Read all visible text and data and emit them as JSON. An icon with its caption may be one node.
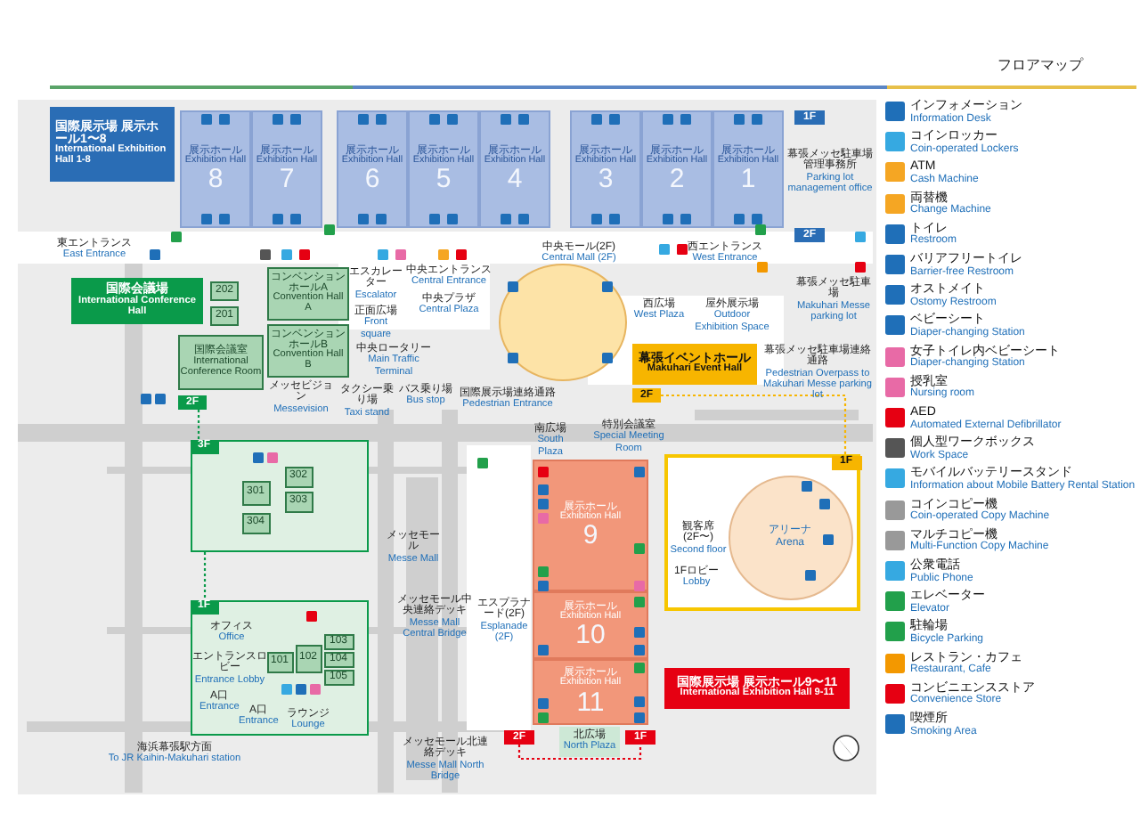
{
  "diagram": {
    "title": "フロアマップ",
    "nodes": [
      {
        "text": [
          "国際展示場 展示ホール1〜8",
          "International Exhibition Hall 1-8"
        ]
      },
      {
        "text": [
          "展示ホール",
          "Exhibition Hall",
          "8"
        ]
      },
      {
        "text": [
          "展示ホール",
          "Exhibition Hall",
          "7"
        ]
      },
      {
        "text": [
          "展示ホール",
          "Exhibition Hall",
          "6"
        ]
      },
      {
        "text": [
          "展示ホール",
          "Exhibition Hall",
          "5"
        ]
      },
      {
        "text": [
          "展示ホール",
          "Exhibition Hall",
          "4"
        ]
      },
      {
        "text": [
          "展示ホール",
          "Exhibition Hall",
          "3"
        ]
      },
      {
        "text": [
          "展示ホール",
          "Exhibition Hall",
          "2"
        ]
      },
      {
        "text": [
          "展示ホール",
          "Exhibition Hall",
          "1"
        ]
      },
      {
        "text": [
          "1F"
        ]
      },
      {
        "text": [
          "2F"
        ]
      },
      {
        "text": [
          "国際会議場",
          "International Conference Hall"
        ]
      },
      {
        "text": [
          "2F"
        ]
      },
      {
        "text": [
          "コンベンションホールA",
          "Convention Hall A"
        ]
      },
      {
        "text": [
          "コンベンションホールB",
          "Convention Hall B"
        ]
      },
      {
        "text": [
          "国際会議室",
          "International Conference Room"
        ]
      },
      {
        "text": [
          "201"
        ]
      },
      {
        "text": [
          "202"
        ]
      },
      {
        "text": [],
        "shape": "box"
      },
      {
        "text": [
          "3F"
        ],
        "in": 18
      },
      {
        "text": [
          "301"
        ],
        "in": 18
      },
      {
        "text": [
          "302"
        ],
        "in": 18
      },
      {
        "text": [
          "303"
        ],
        "in": 18
      },
      {
        "text": [
          "304"
        ],
        "in": 18
      },
      {
        "text": [],
        "shape": "box"
      },
      {
        "text": [
          "1F"
        ],
        "in": 24
      },
      {
        "text": [
          "101"
        ],
        "in": 24
      },
      {
        "text": [
          "102"
        ],
        "in": 24
      },
      {
        "text": [
          "103"
        ],
        "in": 24
      },
      {
        "text": [
          "104"
        ],
        "in": 24
      },
      {
        "text": [
          "105"
        ],
        "in": 24
      },
      {
        "text": [],
        "shape": "circle"
      },
      {
        "text": [
          "幕張イベントホール",
          "Makuhari Event Hall"
        ]
      },
      {
        "text": [
          "2F"
        ]
      },
      {
        "text": [],
        "shape": "box"
      },
      {
        "text": [
          "1F"
        ],
        "in": 34
      },
      {
        "text": [
          "アリーナ",
          "Arena"
        ],
        "in": 34
      },
      {
        "text": [
          "展示ホール",
          "Exhibition Hall",
          "9"
        ]
      },
      {
        "text": [
          "展示ホール",
          "Exhibition Hall",
          "10"
        ]
      },
      {
        "text": [
          "展示ホール",
          "Exhibition Hall",
          "11"
        ]
      },
      {
        "text": [
          "2F"
        ]
      },
      {
        "text": [
          "北広場",
          "North Plaza"
        ]
      },
      {
        "text": [
          "1F"
        ]
      },
      {
        "text": [
          "国際展示場 展示ホール9〜11",
          "International Exhibition Hall 9-11"
        ]
      }
    ],
    "edges": [
      {
        "from": 12,
        "to": 19,
        "arrow": "none",
        "style": "dashed",
        "color": "#0a9a4a"
      },
      {
        "from": 18,
        "to": 25,
        "arrow": "none",
        "style": "dashed",
        "color": "#0a9a4a"
      },
      {
        "from": 33,
        "to": 35,
        "arrow": "none",
        "style": "dashed",
        "color": "#f7b500"
      },
      {
        "from": 40,
        "to": 42,
        "arrow": "none",
        "style": "dashed",
        "color": "#e60012"
      }
    ],
    "labels": [
      "東エントランス East Entrance",
      "エスカレーター Escalator",
      "正面広場 Front square",
      "中央エントランス Central Entrance",
      "中央プラザ Central Plaza",
      "中央ロータリー Main Traffic Terminal",
      "メッセビジョン Messevision",
      "タクシー乗り場 Taxi stand",
      "バス乗り場 Bus stop",
      "国際展示場連絡通路 Pedestrian Entrance",
      "中央モール(2F) Central Mall (2F)",
      "西エントランス West Entrance",
      "幕張メッセ駐車場管理事務所 Parking lot management office",
      "幕張メッセ駐車場 Makuhari Messe parking lot",
      "幕張メッセ駐車場連絡通路 Pedestrian Overpass to Makuhari Messe parking lot",
      "西広場 West Plaza",
      "屋外展示場 Outdoor Exhibition Space",
      "南広場 South Plaza",
      "特別会議室 Special Meeting Room",
      "観客席(2F〜) Second floor",
      "1Fロビー Lobby",
      "エスプラナード(2F) Esplanade (2F)",
      "メッセモール Messe Mall",
      "メッセモール中央連絡デッキ Messe Mall Central Bridge",
      "メッセモール北連絡デッキ Messe Mall North Bridge",
      "オフィス Office",
      "エントランスロビー Entrance Lobby",
      "A口 Entrance",
      "A口 Entrance",
      "ラウンジ Lounge",
      "海浜幕張駅方面 To JR Kaihin-Makuhari station"
    ],
    "legend": [
      {
        "text": "インフォメーション Information Desk",
        "color": "#1f6fb8"
      },
      {
        "text": "コインロッカー Coin-operated Lockers",
        "color": "#36a9e1"
      },
      {
        "text": "ATM Cash Machine",
        "color": "#f5a623"
      },
      {
        "text": "両替機 Change Machine",
        "color": "#f5a623"
      },
      {
        "text": "トイレ Restroom",
        "color": "#1f6fb8"
      },
      {
        "text": "バリアフリートイレ Barrier-free Restroom",
        "color": "#1f6fb8"
      },
      {
        "text": "オストメイト Ostomy Restroom",
        "color": "#1f6fb8"
      },
      {
        "text": "ベビーシート Diaper-changing Station",
        "color": "#1f6fb8"
      },
      {
        "text": "女子トイレ内ベビーシート Diaper-changing Station",
        "color": "#e86aa6"
      },
      {
        "text": "授乳室 Nursing room",
        "color": "#e86aa6"
      },
      {
        "text": "AED Automated External Defibrillator",
        "color": "#e60012"
      },
      {
        "text": "個人型ワークボックス Work Space",
        "color": "#555555"
      },
      {
        "text": "モバイルバッテリースタンド Information about Mobile Battery Rental Station",
        "color": "#36a9e1"
      },
      {
        "text": "コインコピー機 Coin-operated Copy Machine",
        "color": "#999999"
      },
      {
        "text": "マルチコピー機 Multi-Function Copy Machine",
        "color": "#999999"
      },
      {
        "text": "公衆電話 Public Phone",
        "color": "#36a9e1"
      },
      {
        "text": "エレベーター Elevator",
        "color": "#22a04b"
      },
      {
        "text": "駐輪場 Bicycle Parking",
        "color": "#22a04b"
      },
      {
        "text": "レストラン・カフェ Restaurant, Cafe",
        "color": "#f39800"
      },
      {
        "text": "コンビニエンスストア Convenience Store",
        "color": "#e60012"
      },
      {
        "text": "喫煙所 Smoking Area",
        "color": "#1f6fb8"
      }
    ]
  }
}
